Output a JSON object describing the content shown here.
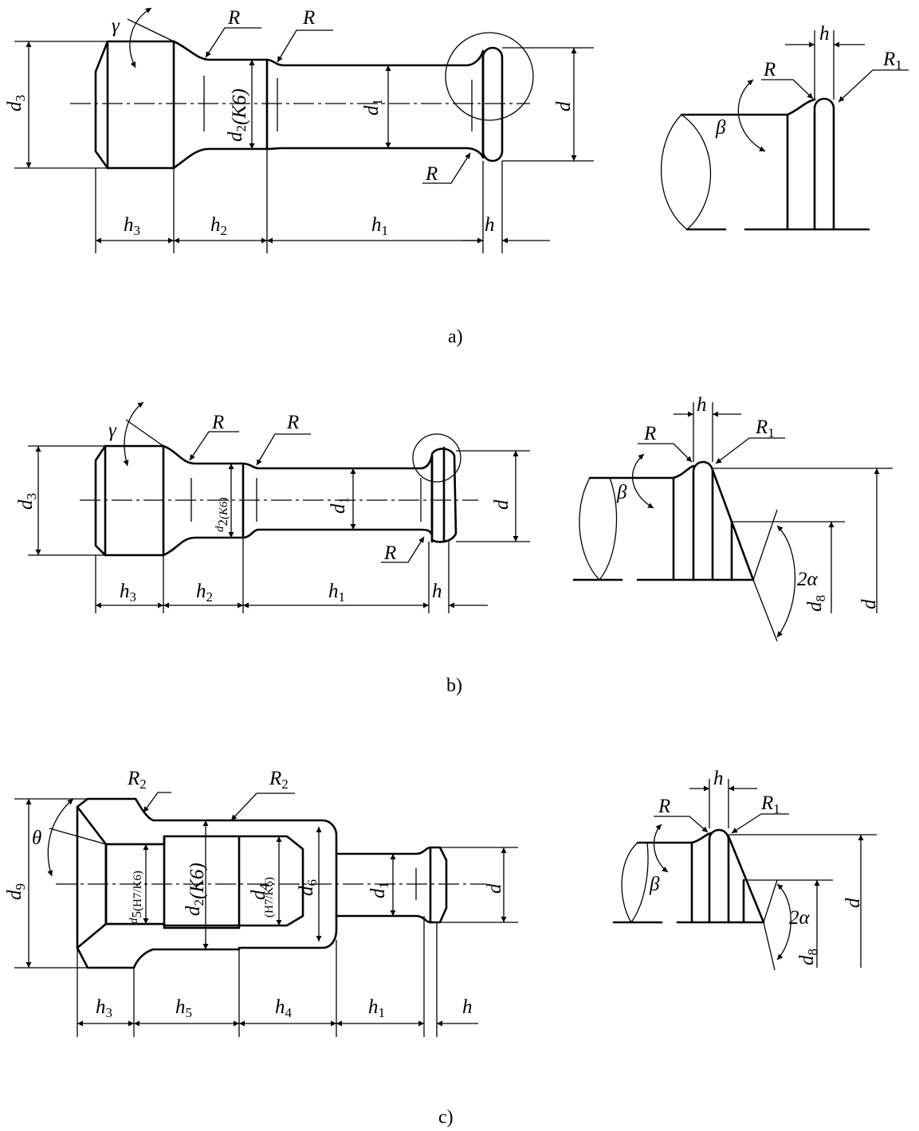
{
  "figure_a": {
    "caption": "a)",
    "main": {
      "R_upper_left": "R",
      "R_upper_right": "R",
      "R_lower": "R",
      "gamma": "γ",
      "d3": "d3",
      "d2": "d2",
      "d2_fit": "(K6)",
      "d1": "d1",
      "d": "d",
      "h3": "h3",
      "h2": "h2",
      "h1": "h1",
      "h": "h"
    },
    "detail": {
      "h": "h",
      "R": "R",
      "R1": "R1",
      "beta": "β"
    }
  },
  "figure_b": {
    "caption": "b)",
    "main": {
      "R_upper_left": "R",
      "R_upper_right": "R",
      "R_lower": "R",
      "gamma": "γ",
      "d3": "d3",
      "d2": "d2",
      "d2_fit": "(K6)",
      "d1": "d1",
      "d": "d",
      "h3": "h3",
      "h2": "h2",
      "h1": "h1",
      "h": "h"
    },
    "detail": {
      "h": "h",
      "R": "R",
      "R1": "R1",
      "beta": "β",
      "two_alpha": "2α",
      "d8": "d8",
      "d": "d"
    }
  },
  "figure_c": {
    "caption": "c)",
    "main": {
      "R2_left": "R2",
      "R2_right": "R2",
      "theta": "θ",
      "d9": "d9",
      "d5": "d5",
      "d5_fit": "(H7/K6)",
      "d2": "d2",
      "d2_fit": "(K6)",
      "d4": "d4",
      "d4_fit": "(H7/K6)",
      "d6": "d6",
      "d1": "d1",
      "d": "d",
      "h3": "h3",
      "h5": "h5",
      "h4": "h4",
      "h1": "h1",
      "h": "h"
    },
    "detail": {
      "h": "h",
      "R": "R",
      "R1": "R1",
      "beta": "β",
      "two_alpha": "2α",
      "d8": "d8",
      "d": "d"
    }
  }
}
